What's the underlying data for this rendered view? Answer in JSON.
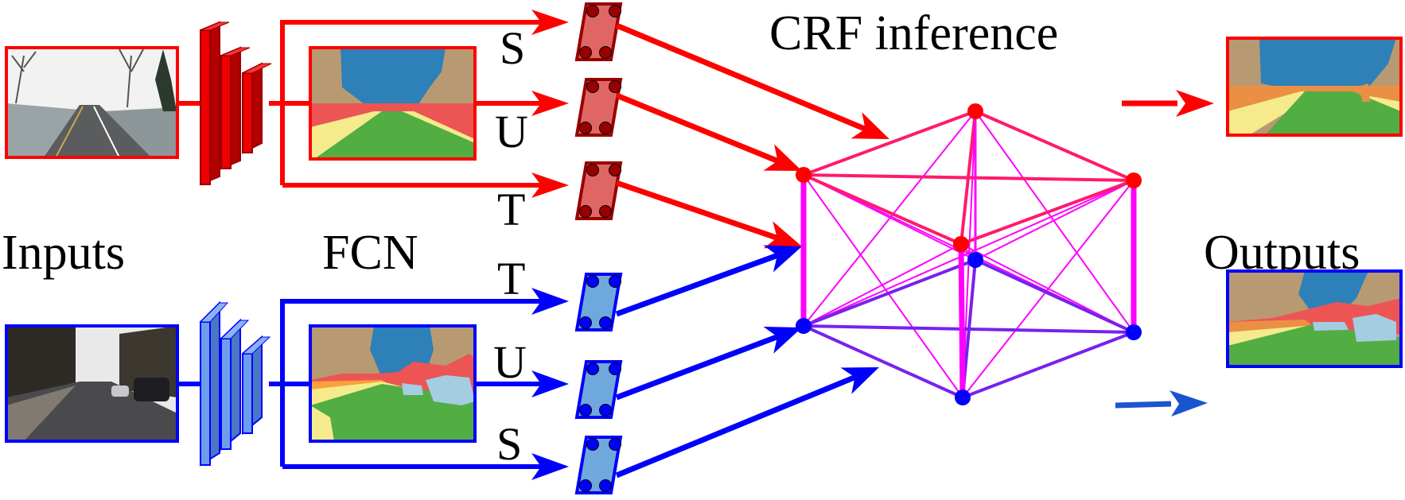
{
  "labels": {
    "inputs": "Inputs",
    "fcn": "FCN",
    "crf": "CRF inference",
    "outputs": "Outputs"
  },
  "streams": {
    "top": {
      "color": "#ff0000",
      "branch_letters": [
        "S",
        "U",
        "T"
      ],
      "node_fill": "#e06666",
      "node_stroke": "#990000",
      "dot_fill": "#990000",
      "fcn_fill": "#ee0000",
      "fcn_side": "#b30000"
    },
    "bottom": {
      "color": "#0000ff",
      "branch_letters": [
        "T",
        "U",
        "S"
      ],
      "node_fill": "#6fa8dc",
      "node_stroke": "#0000ff",
      "dot_fill": "#0000ff",
      "fcn_fill": "#6d9eeb",
      "fcn_side": "#4a78c2"
    }
  },
  "graph": {
    "edge_color": "#ff00ff",
    "top_edge_color": "#ff1a6e",
    "bottom_edge_color": "#7722ee",
    "top_node_color": "#ff0000",
    "bottom_node_color": "#0000ff"
  },
  "segmentation_colors": {
    "building": "#b89a72",
    "sky": "#2e80b8",
    "sidewalk": "#ec5554",
    "road": "#52ad42",
    "pavement": "#f5eb8c",
    "fence": "#ea8f43",
    "car": "#a4cde2"
  },
  "output_arrows": {
    "top_color": "#ff0000",
    "bottom_color": "#1a55d0"
  }
}
